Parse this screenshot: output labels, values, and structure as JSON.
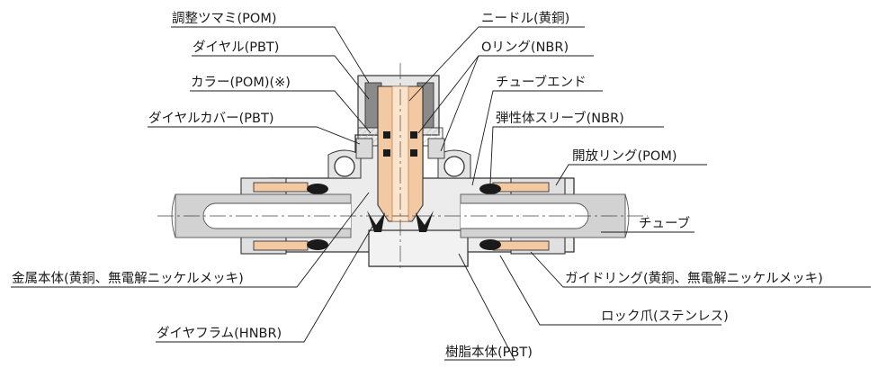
{
  "labels": {
    "knob": "調整ツマミ(POM)",
    "dial": "ダイヤル(PBT)",
    "collar": "カラー(POM)(※)",
    "dial_cover": "ダイヤルカバー(PBT)",
    "metal_body": "金属本体(黄銅、無電解ニッケルメッキ)",
    "diaphragm": "ダイヤフラム(HNBR)",
    "resin_body": "樹脂本体(PBT)",
    "needle": "ニードル(黄銅)",
    "o_ring": "Oリング(NBR)",
    "tube_end": "チューブエンド",
    "sleeve": "弾性体スリーブ(NBR)",
    "release_ring": "開放リング(POM)",
    "tube": "チューブ",
    "guide_ring": "ガイドリング(黄銅、無電解ニッケルメッキ)",
    "lock_claw": "ロック爪(ステンレス)"
  },
  "colors": {
    "brass": "#f2c9a3",
    "resin": "#e8e8e8",
    "tube": "#d2d2d2",
    "rubber": "#1a1a1a",
    "dark_grey": "#8a8a8a"
  }
}
